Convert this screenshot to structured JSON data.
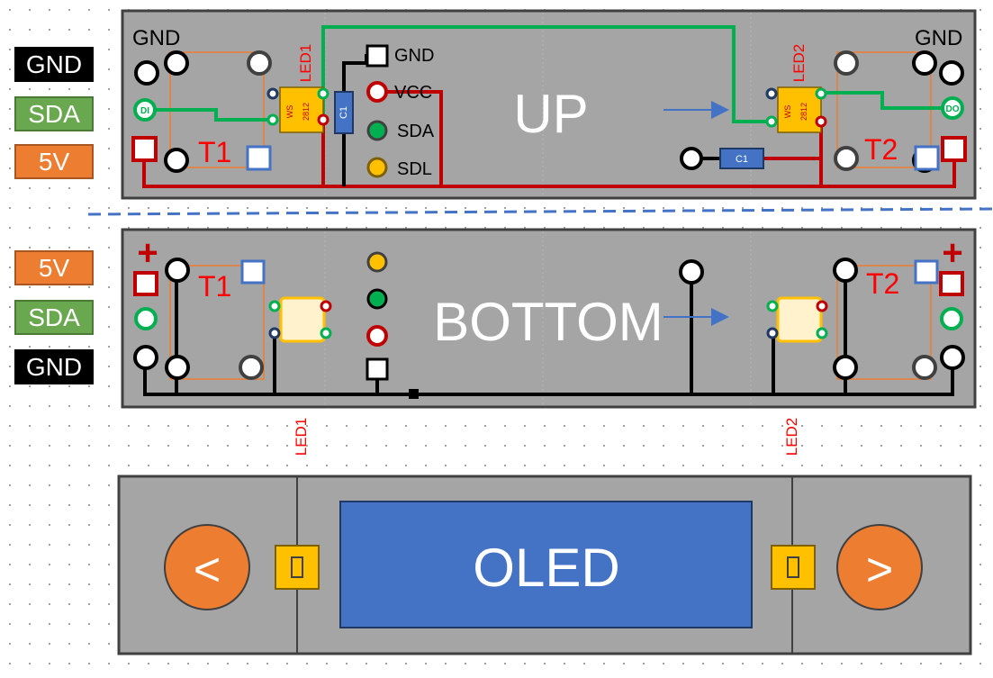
{
  "legend_top": [
    {
      "label": "GND",
      "color": "#000000"
    },
    {
      "label": "SDA",
      "color": "#6aa84f"
    },
    {
      "label": "5V",
      "color": "#ed7d31"
    }
  ],
  "legend_bottom": [
    {
      "label": "5V",
      "color": "#ed7d31"
    },
    {
      "label": "SDA",
      "color": "#6aa84f"
    },
    {
      "label": "GND",
      "color": "#000000"
    }
  ],
  "up_board": {
    "title": "UP",
    "gnd_left": "GND",
    "gnd_right": "GND",
    "t1": "T1",
    "t2": "T2",
    "led1": "LED1",
    "led2": "LED2",
    "chip_text_a": "WS",
    "chip_text_b": "2812",
    "cap": "C1",
    "din": "DI",
    "dout": "DO",
    "connector": [
      "GND",
      "VCC",
      "SDA",
      "SDL"
    ]
  },
  "bottom_board": {
    "title": "BOTTOM",
    "plus": "+",
    "t1": "T1",
    "t2": "T2"
  },
  "led_labels": {
    "led1": "LED1",
    "led2": "LED2"
  },
  "oled_board": {
    "screen": "OLED",
    "left_button": "<",
    "right_button": ">"
  },
  "colors": {
    "board": "#a5a5a5",
    "board_border": "#404040",
    "green_wire": "#00b050",
    "red_wire": "#c00000",
    "black_wire": "#000000",
    "orange": "#ed7d31",
    "blue_pad": "#4472c4",
    "yellow": "#ffc000",
    "label_red": "#ff0000"
  }
}
